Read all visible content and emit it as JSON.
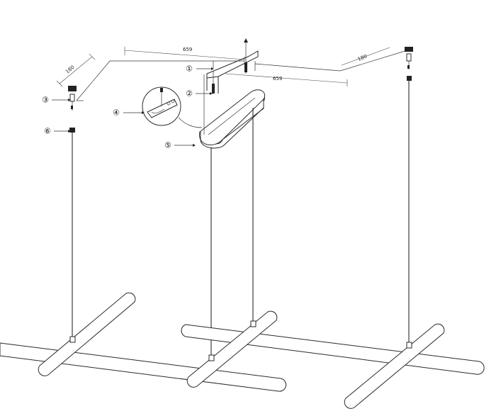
{
  "dimensions": {
    "top_length": "659",
    "right_length": "659",
    "left_depth": "180",
    "right_depth": "180"
  },
  "callouts": {
    "c1": "①",
    "c2": "②",
    "c3": "③",
    "c4": "④",
    "c5": "⑤",
    "c6": "⑥"
  }
}
